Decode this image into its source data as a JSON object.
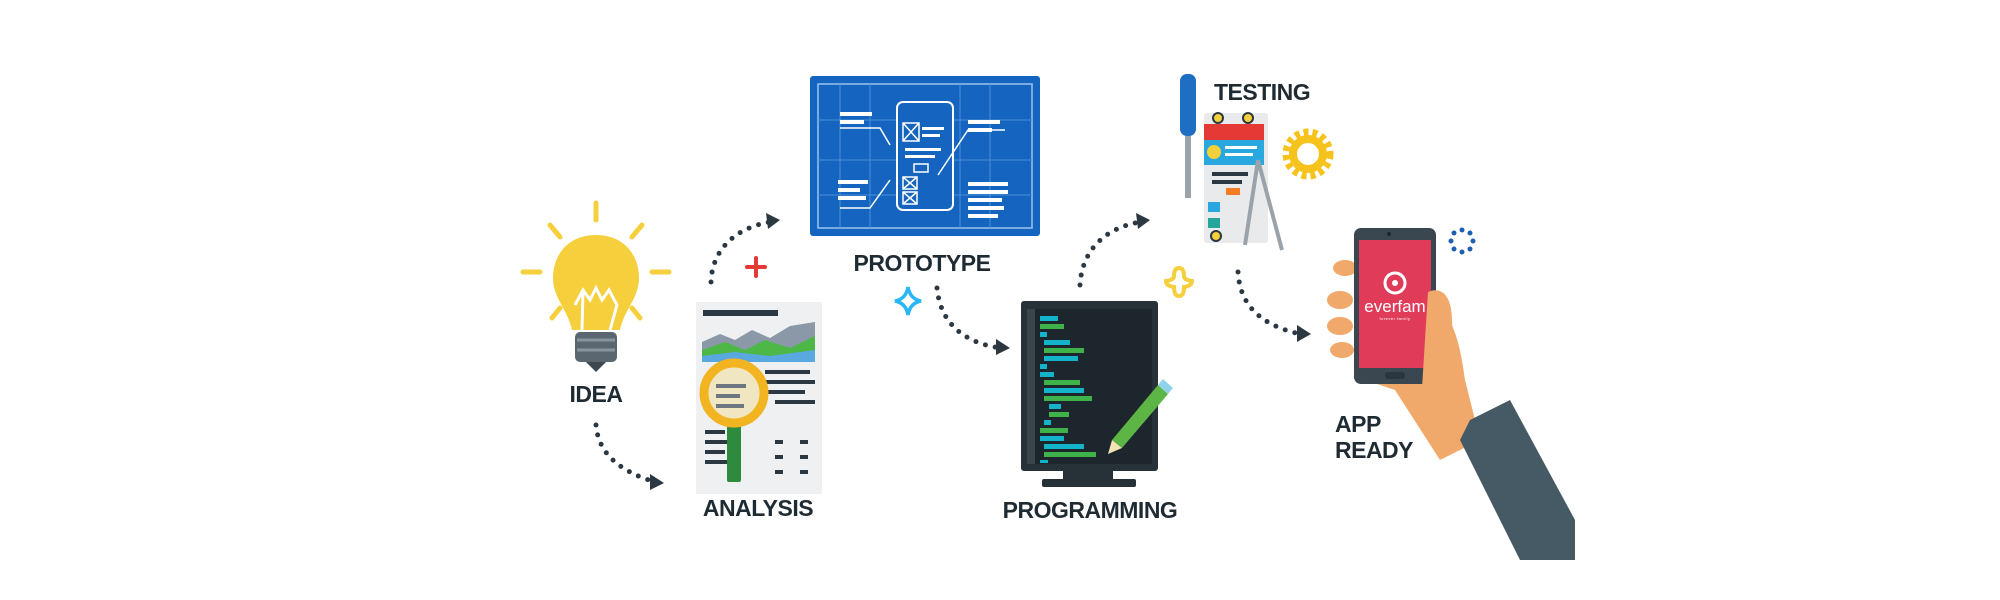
{
  "steps": {
    "idea": "IDEA",
    "analysis": "ANALYSIS",
    "prototype": "PROTOTYPE",
    "programming": "PROGRAMMING",
    "testing": "TESTING",
    "app_ready_line1": "APP",
    "app_ready_line2": "READY"
  },
  "phone": {
    "brand": "everfam",
    "tagline": "forever family"
  },
  "colors": {
    "text": "#1f2b33",
    "blueprint": "#1565c0",
    "bulb": "#f6cf3c",
    "phone_screen": "#e03c5a",
    "monitor": "#263238",
    "code_green": "#3fb24a",
    "code_cyan": "#13b3c9"
  }
}
